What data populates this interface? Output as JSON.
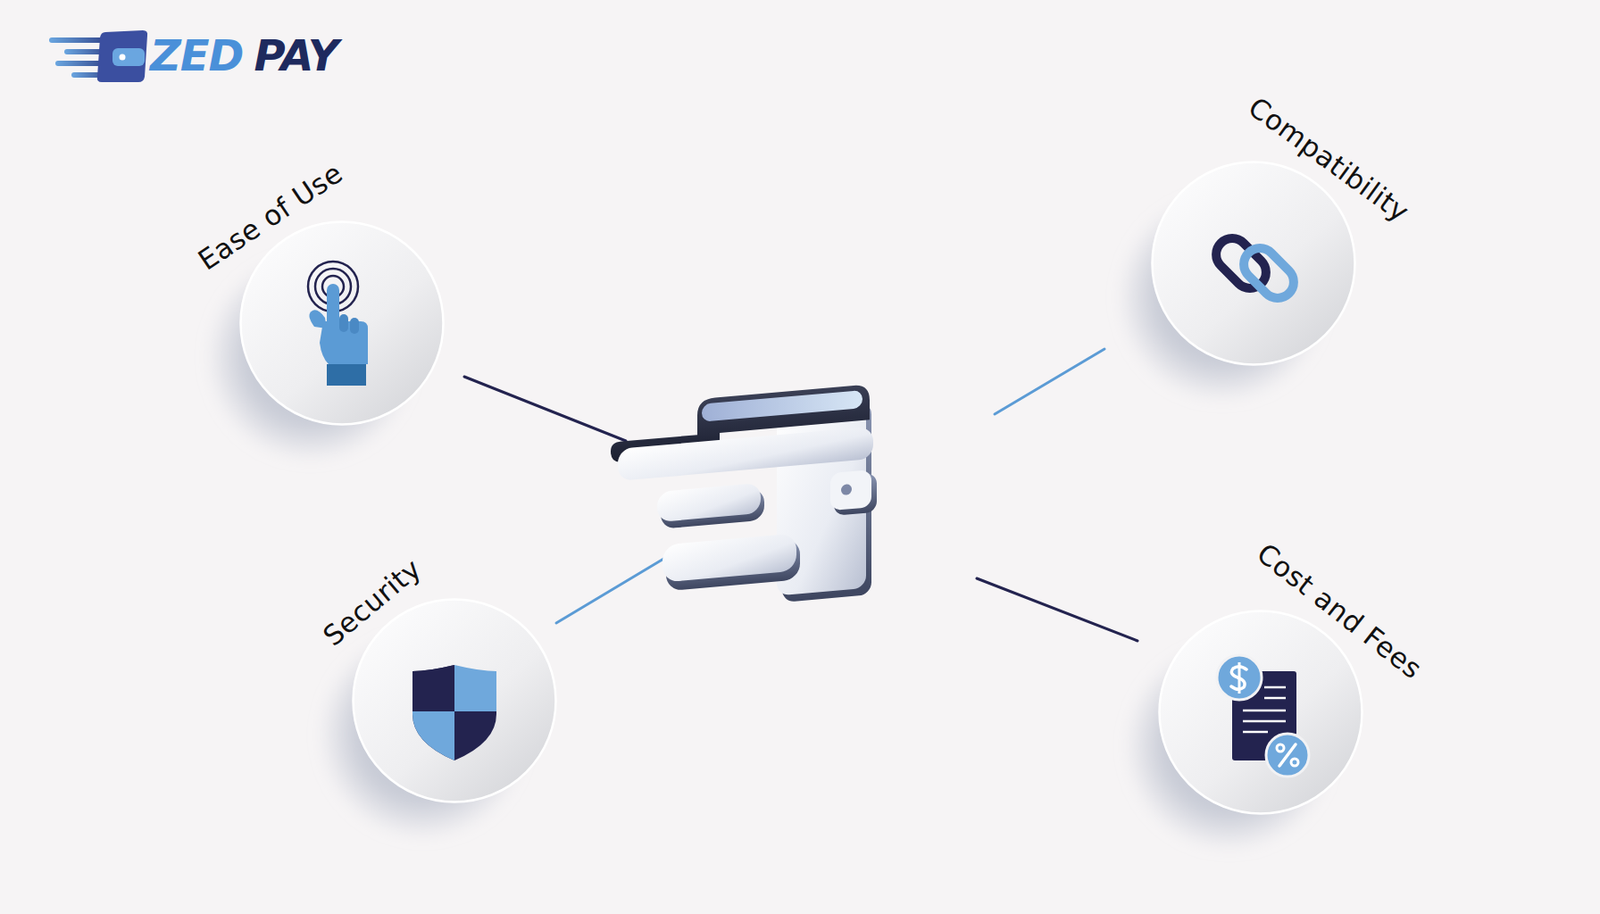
{
  "diagram": {
    "nodes": [
      {
        "text": [
          "Ease of Use"
        ]
      },
      {
        "text": [
          "Compatibility"
        ]
      },
      {
        "text": [
          "Security"
        ]
      },
      {
        "text": [
          "Cost and Fees"
        ]
      }
    ],
    "labels": [
      "ZED",
      "PAY"
    ]
  }
}
